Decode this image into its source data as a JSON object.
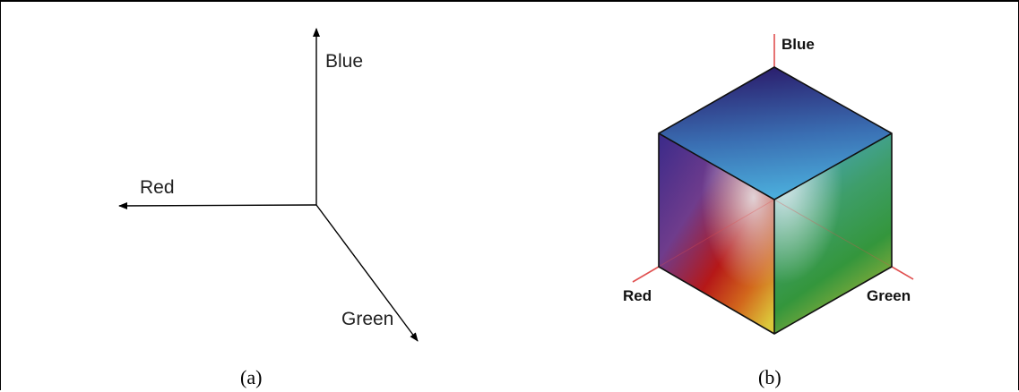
{
  "panel_a": {
    "axes": {
      "blue": "Blue",
      "red": "Red",
      "green": "Green"
    },
    "caption": "(a)"
  },
  "panel_b": {
    "axes": {
      "blue": "Blue",
      "red": "Red",
      "green": "Green"
    },
    "caption": "(b)"
  },
  "colors": {
    "axis_line": "#000000",
    "cube_axis": "#e05050",
    "cube_edge": "#111111",
    "top_face_near": "#4aa8da",
    "top_face_far": "#2c1c6e",
    "red_corner": "#a51010",
    "green_corner": "#2f9a3e",
    "yellow_corner": "#d7c23a",
    "white_center": "#e6eef2"
  }
}
